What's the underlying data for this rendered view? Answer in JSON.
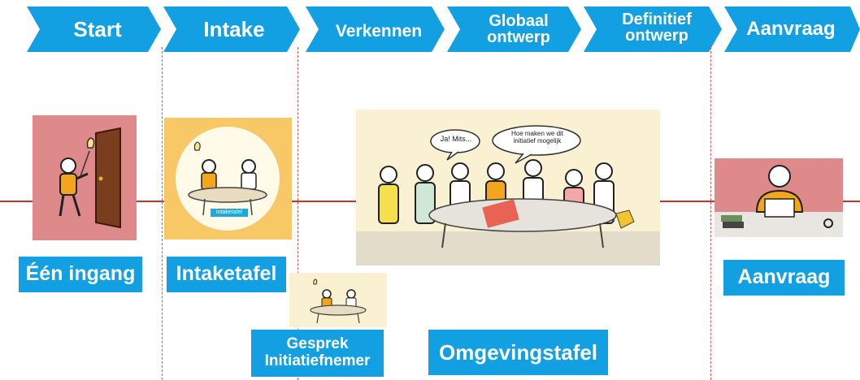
{
  "phases": [
    {
      "label": "Start"
    },
    {
      "label": "Intake"
    },
    {
      "label": "Verkennen"
    },
    {
      "label": "Globaal ontwerp",
      "line1": "Globaal",
      "line2": "ontwerp"
    },
    {
      "label": "Definitief ontwerp",
      "line1": "Definitief",
      "line2": "ontwerp"
    },
    {
      "label": "Aanvraag"
    }
  ],
  "labels": {
    "een_ingang": "Één ingang",
    "intaketafel": "Intaketafel",
    "gesprek_line1": "Gesprek",
    "gesprek_line2": "Initiatiefnemer",
    "omgevingstafel": "Omgevingstafel",
    "aanvraag": "Aanvraag"
  },
  "illustrations": {
    "intake_sign": "intaketafel",
    "bubble_left": "Ja! Mits...",
    "bubble_right_line1": "Hoe maken we dit",
    "bubble_right_line2": "initiatief mogelijk"
  },
  "colors": {
    "chevron": "#12a0e3",
    "label_box": "#12a0e3",
    "timeline": "#c0392b",
    "divider": "#d9534f"
  }
}
